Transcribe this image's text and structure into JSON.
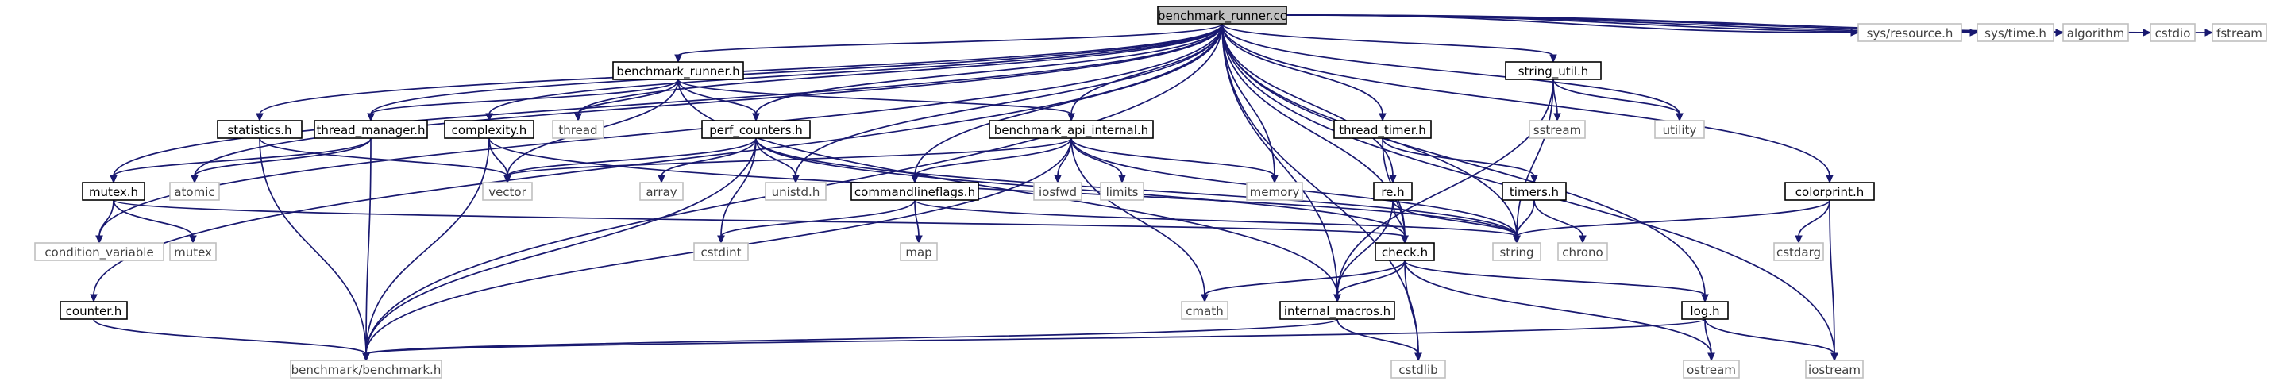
{
  "nodes": [
    {
      "id": "root",
      "label": "benchmark_runner.cc",
      "kind": "root"
    },
    {
      "id": "counter_h",
      "label": "counter.h",
      "kind": "defined"
    },
    {
      "id": "cond_var",
      "label": "condition_variable",
      "kind": "external"
    },
    {
      "id": "mutex_h",
      "label": "mutex.h",
      "kind": "defined"
    },
    {
      "id": "atomic",
      "label": "atomic",
      "kind": "external"
    },
    {
      "id": "statistics_h",
      "label": "statistics.h",
      "kind": "defined"
    },
    {
      "id": "bench_bench_h",
      "label": "benchmark/benchmark.h",
      "kind": "external"
    },
    {
      "id": "thread_manager_h",
      "label": "thread_manager.h",
      "kind": "defined"
    },
    {
      "id": "complexity_h",
      "label": "complexity.h",
      "kind": "defined"
    },
    {
      "id": "thread",
      "label": "thread",
      "kind": "external"
    },
    {
      "id": "bench_runner_h",
      "label": "benchmark_runner.h",
      "kind": "defined"
    },
    {
      "id": "perf_counters_h",
      "label": "perf_counters.h",
      "kind": "defined"
    },
    {
      "id": "vector",
      "label": "vector",
      "kind": "external"
    },
    {
      "id": "array",
      "label": "array",
      "kind": "external"
    },
    {
      "id": "unistd_h",
      "label": "unistd.h",
      "kind": "external"
    },
    {
      "id": "cstdint",
      "label": "cstdint",
      "kind": "external"
    },
    {
      "id": "mutex",
      "label": "mutex",
      "kind": "external"
    },
    {
      "id": "bench_api_h",
      "label": "benchmark_api_internal.h",
      "kind": "defined"
    },
    {
      "id": "cmdflags_h",
      "label": "commandlineflags.h",
      "kind": "defined"
    },
    {
      "id": "iosfwd",
      "label": "iosfwd",
      "kind": "external"
    },
    {
      "id": "limits",
      "label": "limits",
      "kind": "external"
    },
    {
      "id": "memory",
      "label": "memory",
      "kind": "external"
    },
    {
      "id": "map",
      "label": "map",
      "kind": "external"
    },
    {
      "id": "cmath",
      "label": "cmath",
      "kind": "external"
    },
    {
      "id": "internal_macros_h",
      "label": "internal_macros.h",
      "kind": "defined"
    },
    {
      "id": "check_h",
      "label": "check.h",
      "kind": "defined"
    },
    {
      "id": "re_h",
      "label": "re.h",
      "kind": "defined"
    },
    {
      "id": "thread_timer_h",
      "label": "thread_timer.h",
      "kind": "defined"
    },
    {
      "id": "timers_h",
      "label": "timers.h",
      "kind": "defined"
    },
    {
      "id": "string",
      "label": "string",
      "kind": "external"
    },
    {
      "id": "chrono",
      "label": "chrono",
      "kind": "external"
    },
    {
      "id": "string_util_h",
      "label": "string_util.h",
      "kind": "defined"
    },
    {
      "id": "sstream",
      "label": "sstream",
      "kind": "external"
    },
    {
      "id": "utility",
      "label": "utility",
      "kind": "external"
    },
    {
      "id": "cstdlib",
      "label": "cstdlib",
      "kind": "external"
    },
    {
      "id": "log_h",
      "label": "log.h",
      "kind": "defined"
    },
    {
      "id": "ostream",
      "label": "ostream",
      "kind": "external"
    },
    {
      "id": "iostream",
      "label": "iostream",
      "kind": "external"
    },
    {
      "id": "colorprint_h",
      "label": "colorprint.h",
      "kind": "defined"
    },
    {
      "id": "cstdarg",
      "label": "cstdarg",
      "kind": "external"
    },
    {
      "id": "sys_resource_h",
      "label": "sys/resource.h",
      "kind": "external"
    },
    {
      "id": "sys_time_h",
      "label": "sys/time.h",
      "kind": "external"
    },
    {
      "id": "algorithm",
      "label": "algorithm",
      "kind": "external"
    },
    {
      "id": "cstdio",
      "label": "cstdio",
      "kind": "external"
    },
    {
      "id": "fstream",
      "label": "fstream",
      "kind": "external"
    }
  ],
  "edges": [
    [
      "root",
      "counter_h"
    ],
    [
      "root",
      "cond_var"
    ],
    [
      "root",
      "mutex_h"
    ],
    [
      "root",
      "atomic"
    ],
    [
      "root",
      "statistics_h"
    ],
    [
      "root",
      "bench_bench_h"
    ],
    [
      "root",
      "thread_manager_h"
    ],
    [
      "root",
      "complexity_h"
    ],
    [
      "root",
      "thread"
    ],
    [
      "root",
      "bench_runner_h"
    ],
    [
      "root",
      "perf_counters_h"
    ],
    [
      "root",
      "unistd_h"
    ],
    [
      "root",
      "cmdflags_h"
    ],
    [
      "root",
      "bench_api_h"
    ],
    [
      "root",
      "memory"
    ],
    [
      "root",
      "internal_macros_h"
    ],
    [
      "root",
      "check_h"
    ],
    [
      "root",
      "re_h"
    ],
    [
      "root",
      "thread_timer_h"
    ],
    [
      "root",
      "string"
    ],
    [
      "root",
      "string_util_h"
    ],
    [
      "root",
      "utility"
    ],
    [
      "root",
      "cstdlib"
    ],
    [
      "root",
      "log_h"
    ],
    [
      "root",
      "colorprint_h"
    ],
    [
      "root",
      "iostream"
    ],
    [
      "root",
      "sys_resource_h"
    ],
    [
      "root",
      "sys_time_h"
    ],
    [
      "root",
      "algorithm"
    ],
    [
      "root",
      "cstdio"
    ],
    [
      "root",
      "fstream"
    ],
    [
      "counter_h",
      "bench_bench_h"
    ],
    [
      "mutex_h",
      "cond_var"
    ],
    [
      "mutex_h",
      "mutex"
    ],
    [
      "mutex_h",
      "check_h"
    ],
    [
      "statistics_h",
      "vector"
    ],
    [
      "statistics_h",
      "bench_bench_h"
    ],
    [
      "thread_manager_h",
      "mutex_h"
    ],
    [
      "thread_manager_h",
      "atomic"
    ],
    [
      "thread_manager_h",
      "bench_bench_h"
    ],
    [
      "complexity_h",
      "vector"
    ],
    [
      "complexity_h",
      "string"
    ],
    [
      "complexity_h",
      "bench_bench_h"
    ],
    [
      "bench_runner_h",
      "thread_manager_h"
    ],
    [
      "bench_runner_h",
      "thread"
    ],
    [
      "bench_runner_h",
      "perf_counters_h"
    ],
    [
      "bench_runner_h",
      "vector"
    ],
    [
      "bench_runner_h",
      "bench_api_h"
    ],
    [
      "bench_runner_h",
      "internal_macros_h"
    ],
    [
      "perf_counters_h",
      "vector"
    ],
    [
      "perf_counters_h",
      "array"
    ],
    [
      "perf_counters_h",
      "unistd_h"
    ],
    [
      "perf_counters_h",
      "cstdint"
    ],
    [
      "perf_counters_h",
      "string"
    ],
    [
      "perf_counters_h",
      "check_h"
    ],
    [
      "perf_counters_h",
      "bench_bench_h"
    ],
    [
      "bench_api_h",
      "vector"
    ],
    [
      "bench_api_h",
      "cmdflags_h"
    ],
    [
      "bench_api_h",
      "iosfwd"
    ],
    [
      "bench_api_h",
      "limits"
    ],
    [
      "bench_api_h",
      "memory"
    ],
    [
      "bench_api_h",
      "string"
    ],
    [
      "bench_api_h",
      "cmath"
    ],
    [
      "bench_api_h",
      "bench_bench_h"
    ],
    [
      "cmdflags_h",
      "cstdint"
    ],
    [
      "cmdflags_h",
      "map"
    ],
    [
      "cmdflags_h",
      "string"
    ],
    [
      "check_h",
      "cmath"
    ],
    [
      "check_h",
      "internal_macros_h"
    ],
    [
      "check_h",
      "cstdlib"
    ],
    [
      "check_h",
      "log_h"
    ],
    [
      "check_h",
      "ostream"
    ],
    [
      "internal_macros_h",
      "cstdlib"
    ],
    [
      "internal_macros_h",
      "bench_bench_h"
    ],
    [
      "re_h",
      "check_h"
    ],
    [
      "re_h",
      "internal_macros_h"
    ],
    [
      "re_h",
      "string"
    ],
    [
      "thread_timer_h",
      "timers_h"
    ],
    [
      "thread_timer_h",
      "check_h"
    ],
    [
      "timers_h",
      "string"
    ],
    [
      "timers_h",
      "chrono"
    ],
    [
      "string_util_h",
      "sstream"
    ],
    [
      "string_util_h",
      "string"
    ],
    [
      "string_util_h",
      "utility"
    ],
    [
      "string_util_h",
      "internal_macros_h"
    ],
    [
      "log_h",
      "ostream"
    ],
    [
      "log_h",
      "iostream"
    ],
    [
      "log_h",
      "bench_bench_h"
    ],
    [
      "colorprint_h",
      "string"
    ],
    [
      "colorprint_h",
      "cstdarg"
    ],
    [
      "colorprint_h",
      "iostream"
    ]
  ]
}
